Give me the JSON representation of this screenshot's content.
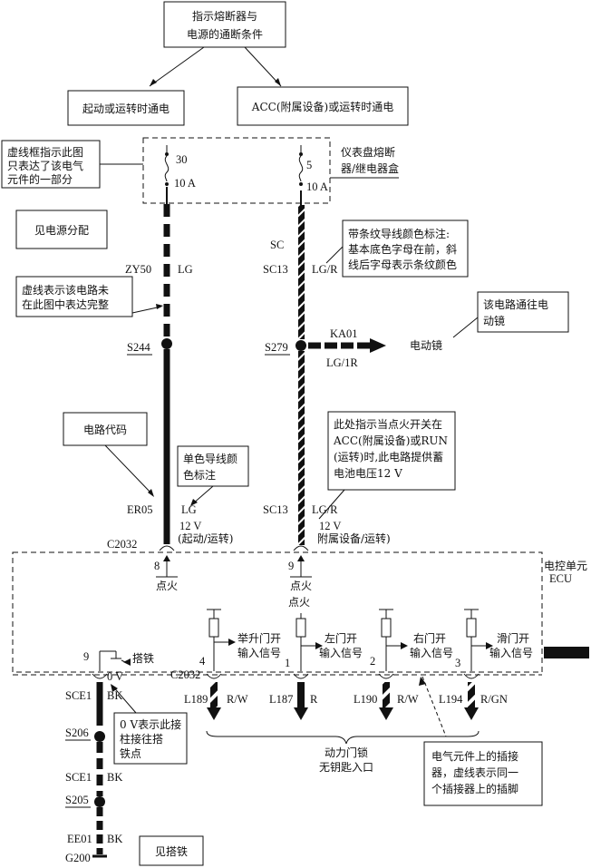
{
  "boxes": {
    "top": [
      "指示熔断器与",
      "电源的通断条件"
    ],
    "left_power": "起动或运转时通电",
    "right_power": "ACC(附属设备)或运转时通电",
    "dashed_box_note": [
      "虚线框指示此图",
      "只表达了该电气",
      "元件的一部分"
    ],
    "power_dist": "见电源分配",
    "dashed_line_note": [
      "虚线表示该电路未",
      "在此图中表达完整"
    ],
    "stripe_note": [
      "带条纹导线颜色标注:",
      "基本底色字母在前，斜",
      "线后字母表示条纹颜色"
    ],
    "other_circuit": [
      "该电路通往电",
      "动镜"
    ],
    "circuit_code": "电路代码",
    "single_color": [
      "单色导线颜",
      "色标注"
    ],
    "acc_run_note": [
      "此处指示当点火开关在",
      "ACC(附属设备)或RUN",
      "(运转)时,此电路提供蓄",
      "电池电压12 V"
    ],
    "ground_note": [
      "0 V表示此接",
      "柱接往搭",
      "铁点"
    ],
    "connector_note": [
      "电气元件上的插接",
      "器，虚线表示同一",
      "个插接器上的插脚"
    ],
    "see_ground": "见搭铁"
  },
  "fuse_box_label": [
    "仪表盘熔断",
    "器/继电器盒"
  ],
  "fuse_left": {
    "number": "30",
    "rating": "10 A"
  },
  "fuse_right": {
    "number": "5",
    "rating": "10 A"
  },
  "wires": {
    "left": {
      "circuit_top": "ZY50",
      "color_top": "LG",
      "splice": "S244",
      "circuit_bottom": "ER05",
      "color_bottom": "LG"
    },
    "right": {
      "circuit_sc": "SC",
      "circuit_top": "SC13",
      "color_top": "LG/R",
      "splice": "S279",
      "circuit_bottom": "SC13",
      "color_bottom": "LG/R"
    }
  },
  "branch": {
    "circuit": "KA01",
    "color": "LG/1R",
    "destination": "电动镜"
  },
  "voltages": {
    "left": [
      "12 V",
      "(起动/运转)"
    ],
    "right": [
      "12 V",
      "附属设备/运转)"
    ]
  },
  "ecu": {
    "label": [
      "电控单元",
      "ECU"
    ],
    "connector_top": "C2032",
    "connector_bottom": "C2032",
    "pin_left": "8",
    "pin_right": "9",
    "ignition_left": "点火",
    "ignition_right": "点火",
    "ignition_inside": "点火",
    "ground_pin": "9",
    "ground_label": "搭铁",
    "zero_volt": "0 V",
    "inputs": [
      {
        "label": [
          "举升门开",
          "输入信号"
        ],
        "pin": "4",
        "circuit": "L189",
        "color": "R/W"
      },
      {
        "label": [
          "左门开",
          "输入信号"
        ],
        "pin": "1",
        "circuit": "L187",
        "color": "R"
      },
      {
        "label": [
          "右门开",
          "输入信号"
        ],
        "pin": "2",
        "circuit": "L190",
        "color": "R/W"
      },
      {
        "label": [
          "滑门开",
          "输入信号"
        ],
        "pin": "3",
        "circuit": "L194",
        "color": "R/GN"
      }
    ]
  },
  "brace_label": [
    "动力门锁",
    "无钥匙入口"
  ],
  "ground_wire": [
    {
      "circuit": "SCE1",
      "color": "BK"
    },
    {
      "splice": "S206"
    },
    {
      "circuit": "SCE1",
      "color": "BK"
    },
    {
      "splice": "S205"
    },
    {
      "circuit": "EE01",
      "color": "BK"
    },
    {
      "ground": "G200"
    }
  ]
}
